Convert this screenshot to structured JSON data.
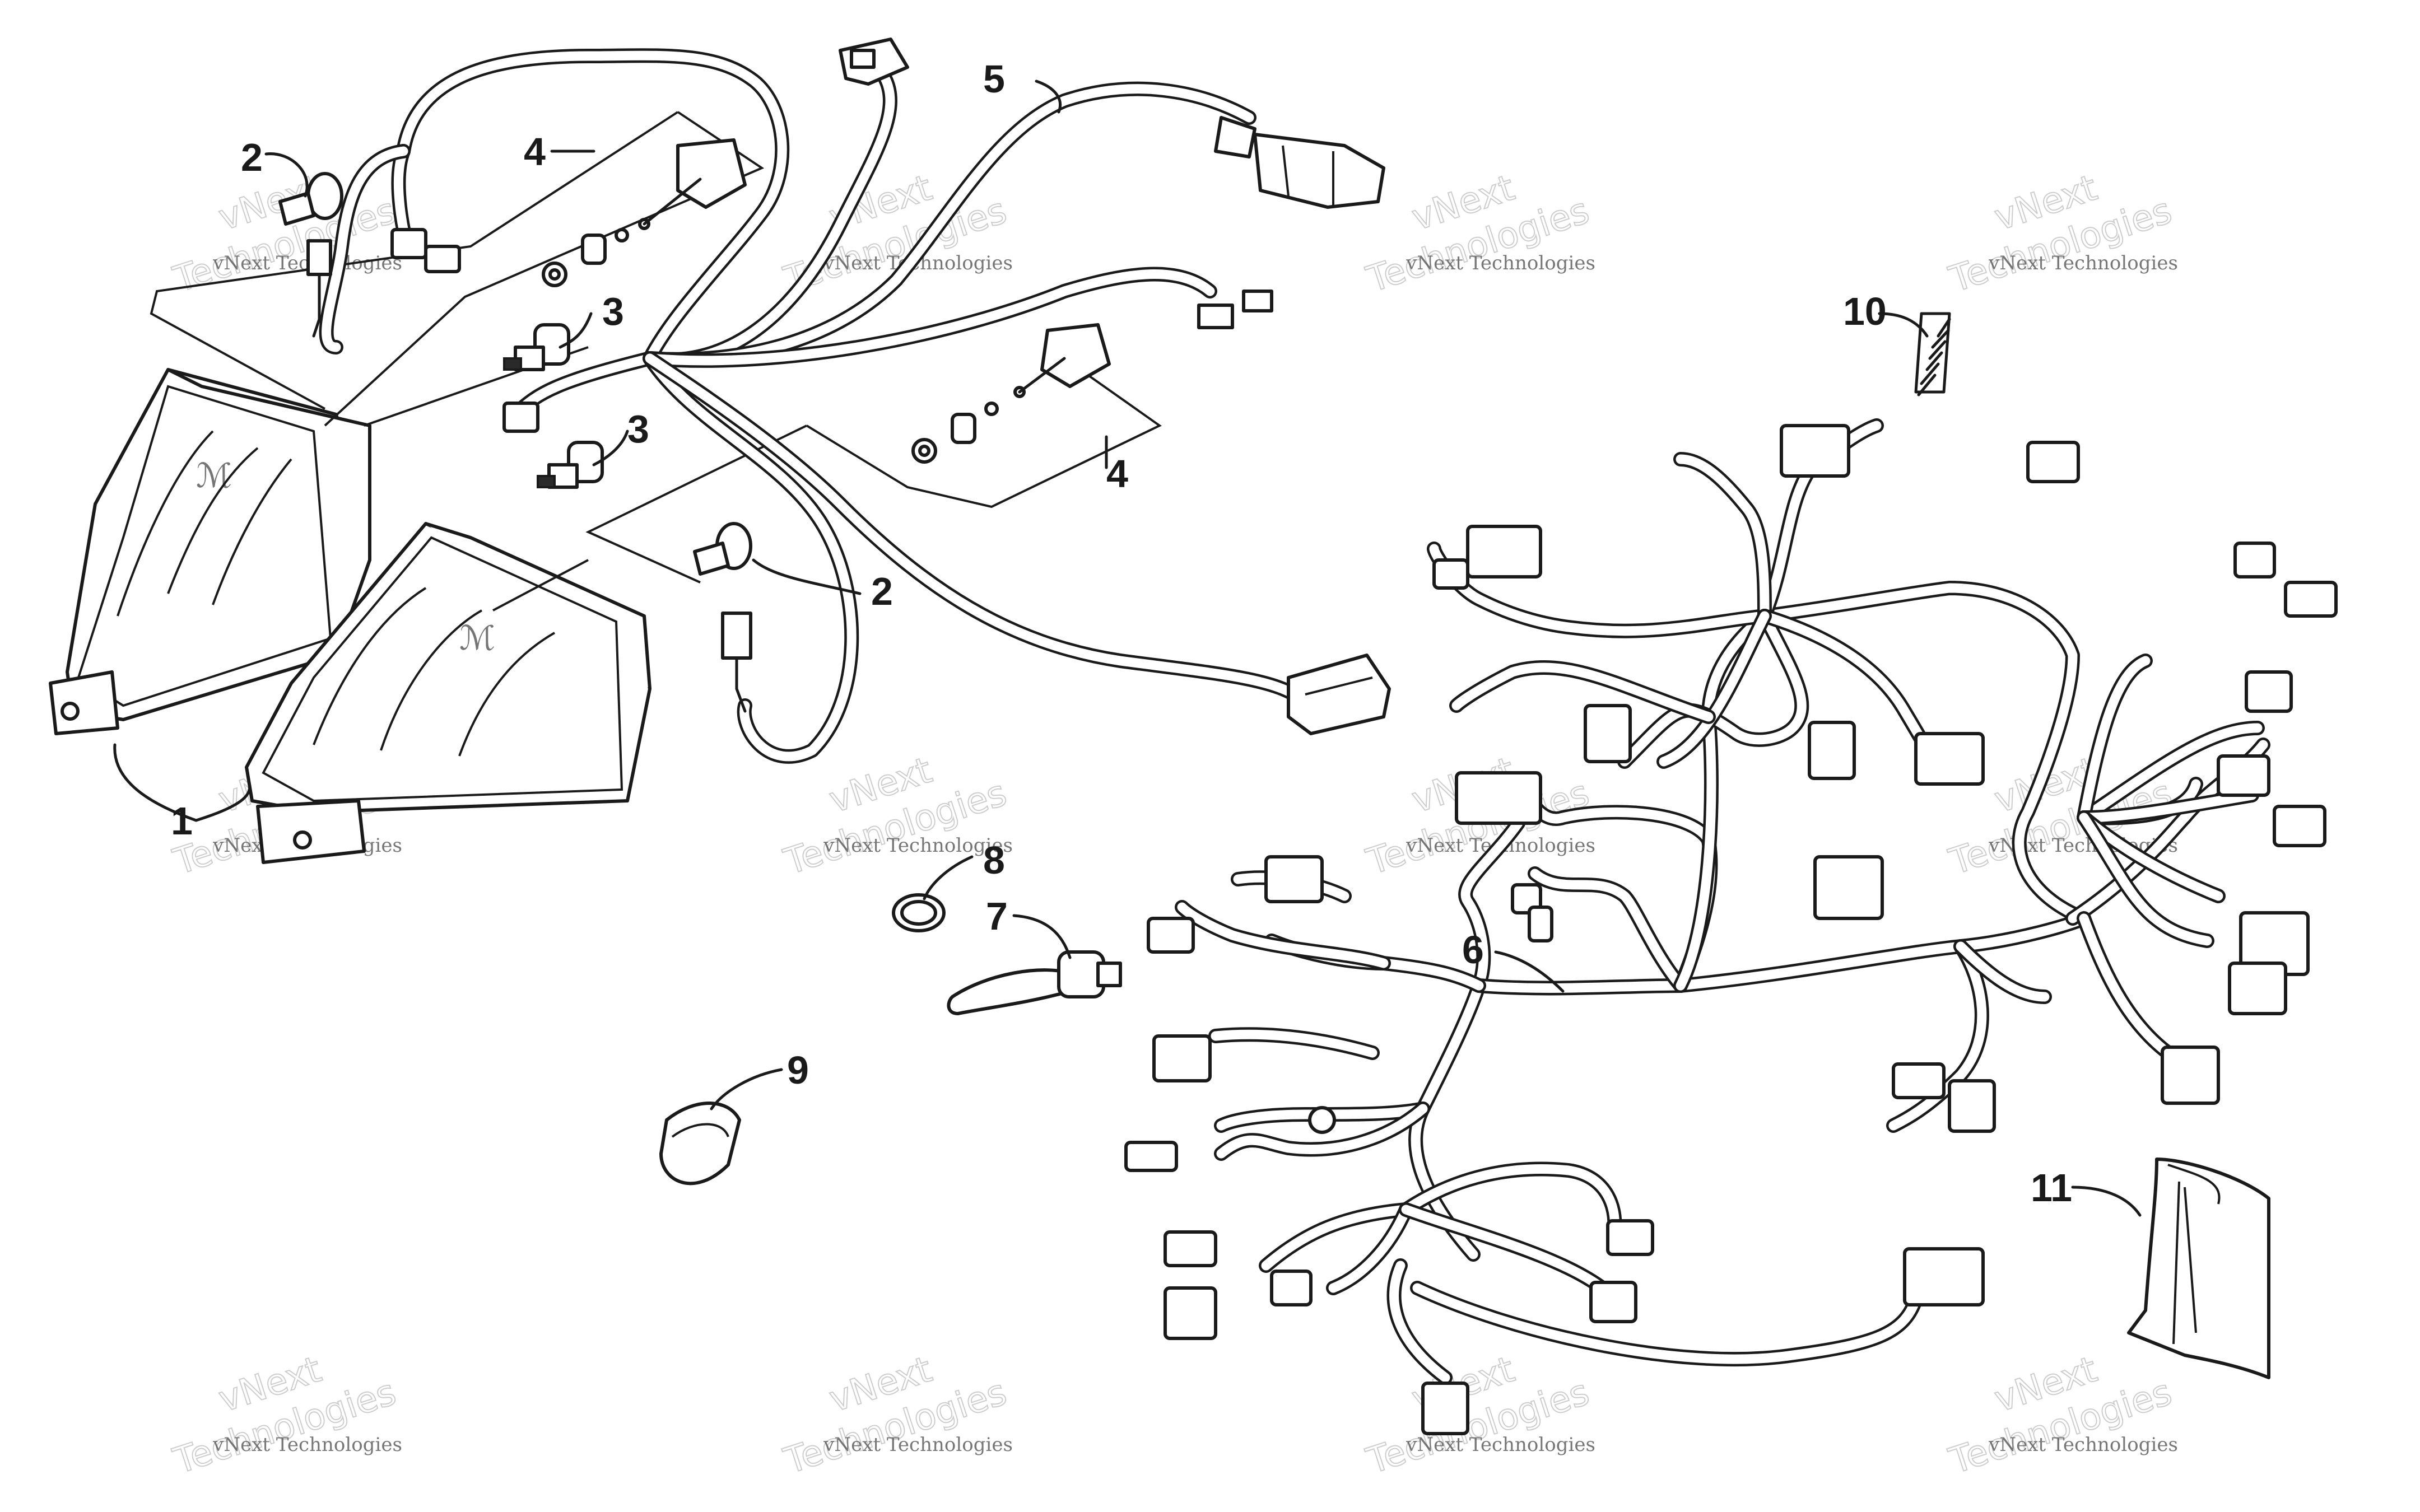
{
  "callouts": [
    {
      "id": "1",
      "label": "1"
    },
    {
      "id": "2a",
      "label": "2"
    },
    {
      "id": "2b",
      "label": "2"
    },
    {
      "id": "3a",
      "label": "3"
    },
    {
      "id": "3b",
      "label": "3"
    },
    {
      "id": "4a",
      "label": "4"
    },
    {
      "id": "4b",
      "label": "4"
    },
    {
      "id": "5",
      "label": "5"
    },
    {
      "id": "6",
      "label": "6"
    },
    {
      "id": "7",
      "label": "7"
    },
    {
      "id": "8",
      "label": "8"
    },
    {
      "id": "9",
      "label": "9"
    },
    {
      "id": "10",
      "label": "10"
    },
    {
      "id": "11",
      "label": "11"
    }
  ],
  "watermark": {
    "small_text": "vNext Technologies",
    "big_line1": "vNext",
    "big_line2": "Technologies"
  }
}
